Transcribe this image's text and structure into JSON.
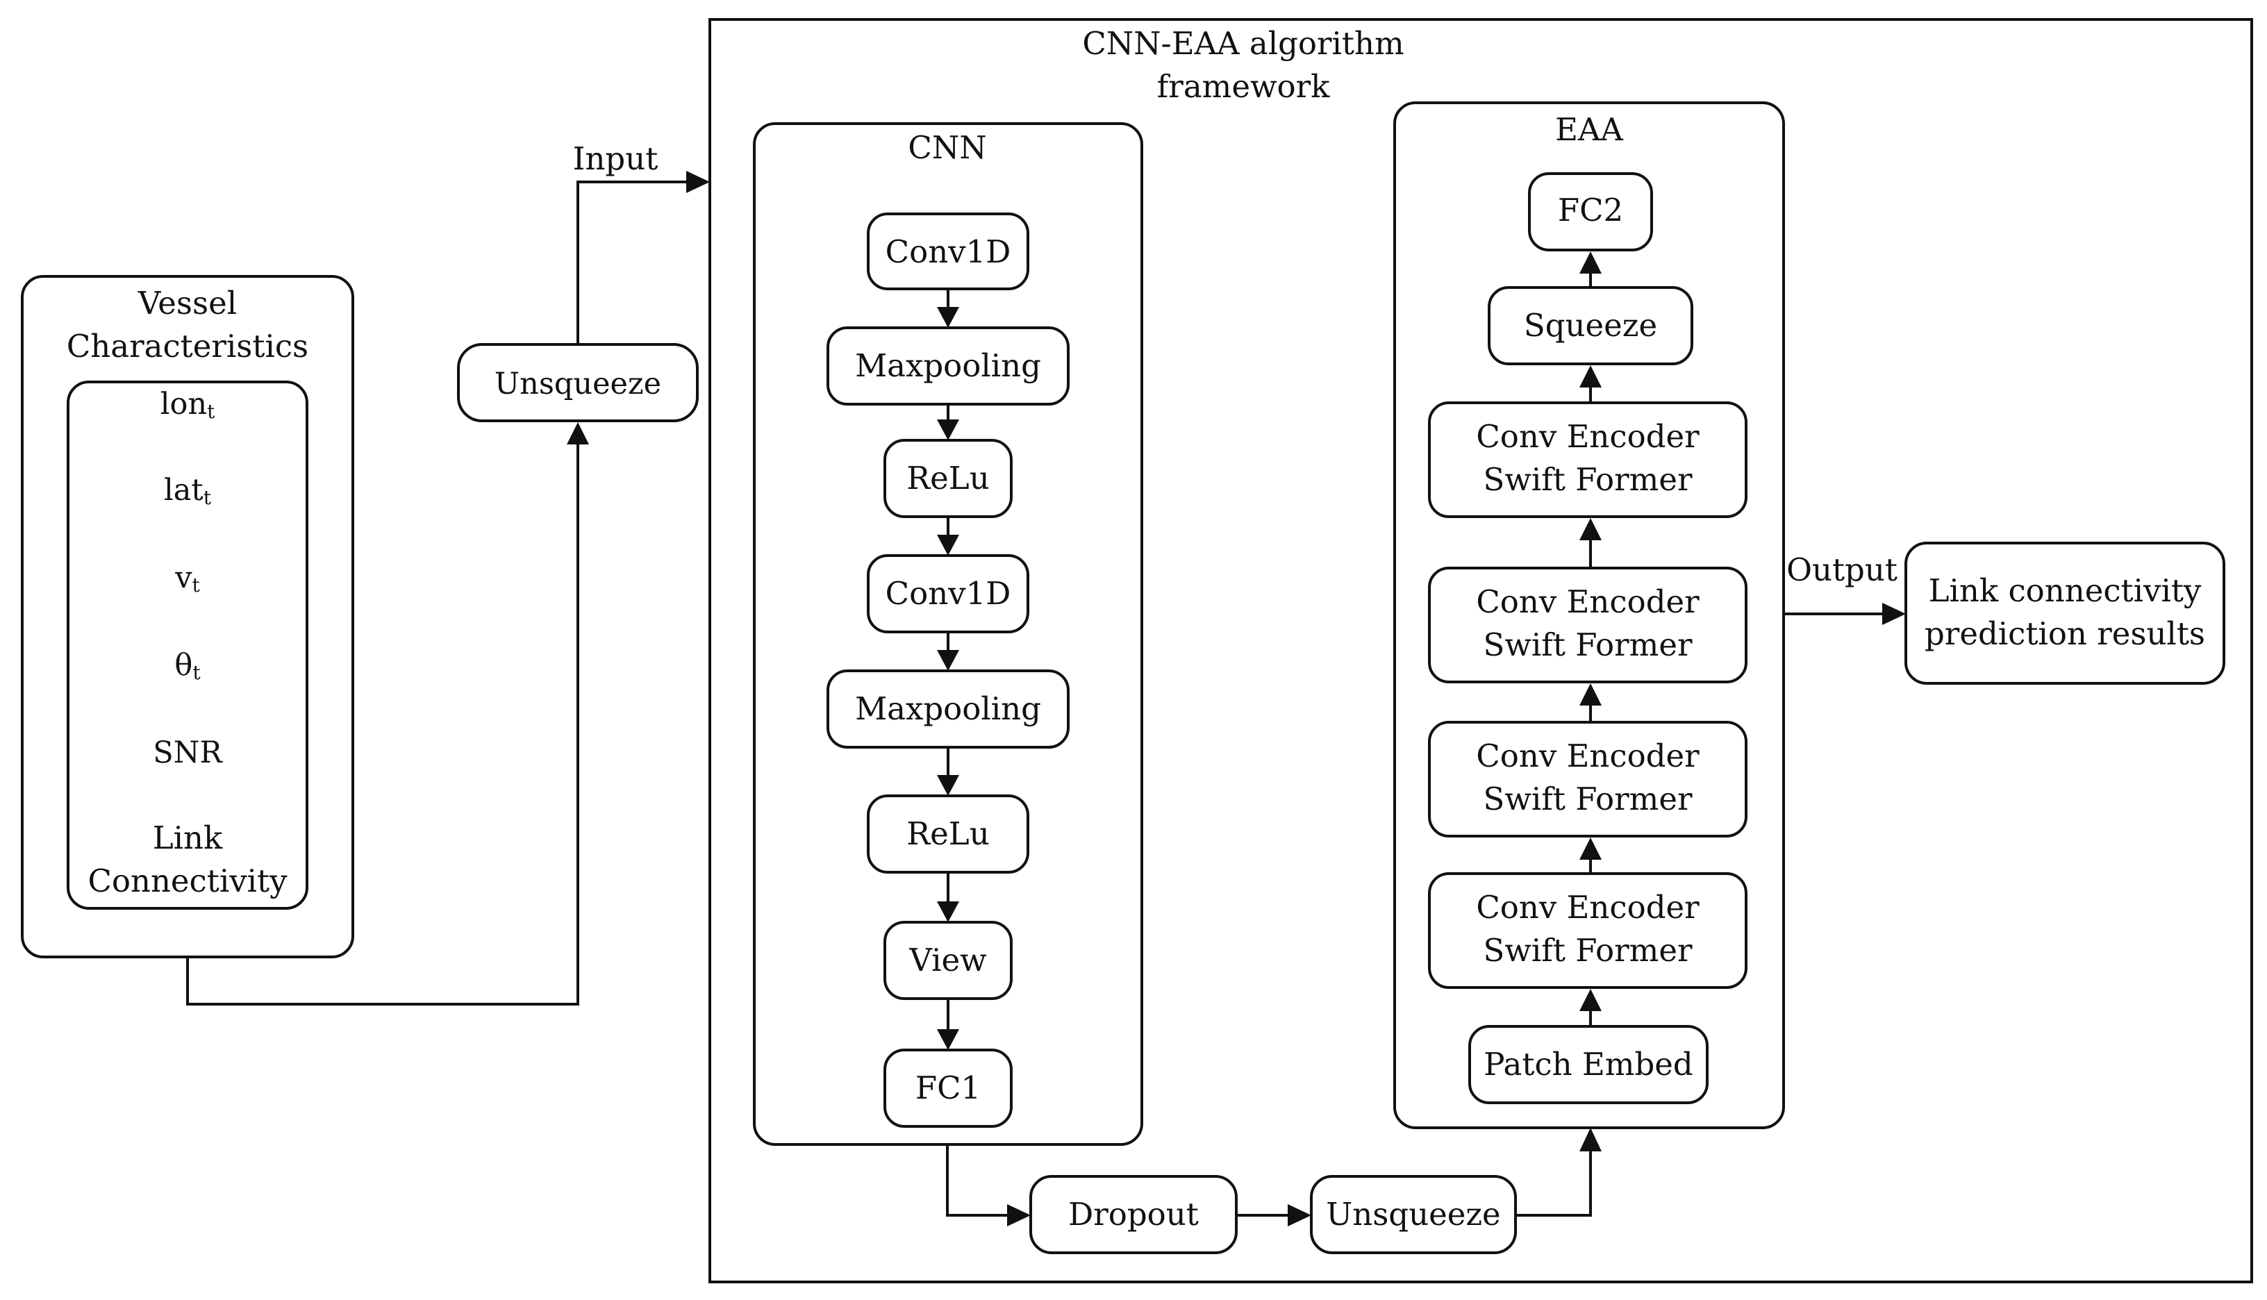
{
  "framework": {
    "title_line1": "CNN-EAA algorithm",
    "title_line2": "framework"
  },
  "vessel": {
    "title_line1": "Vessel",
    "title_line2": "Characteristics",
    "features": [
      "lon",
      "lat",
      "v",
      "θ"
    ],
    "subscript": "t",
    "snr": "SNR",
    "link_line1": "Link",
    "link_line2": "Connectivity"
  },
  "unsqueeze_left": "Unsqueeze",
  "input_label": "Input",
  "cnn": {
    "title": "CNN",
    "layers": [
      "Conv1D",
      "Maxpooling",
      "ReLu",
      "Conv1D",
      "Maxpooling",
      "ReLu",
      "View",
      "FC1"
    ]
  },
  "dropout": "Dropout",
  "unsqueeze_bottom": "Unsqueeze",
  "eaa": {
    "title": "EAA",
    "fc2": "FC2",
    "squeeze": "Squeeze",
    "encoder_line1": "Conv Encoder",
    "encoder_line2": "Swift Former",
    "patch_embed": "Patch Embed"
  },
  "output_label": "Output",
  "result": {
    "line1": "Link connectivity",
    "line2": "prediction results"
  }
}
